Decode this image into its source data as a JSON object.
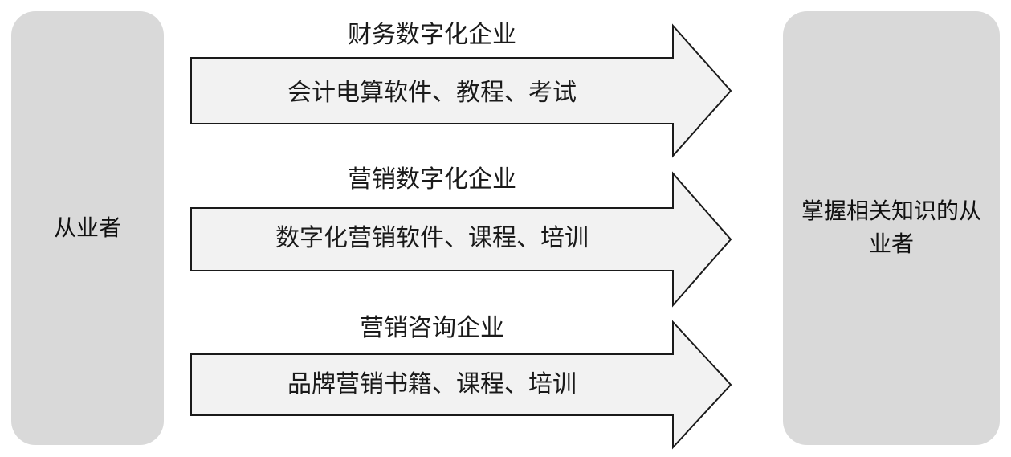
{
  "left_box": {
    "label": "从业者"
  },
  "right_box": {
    "label": "掌握相关知识的从业者"
  },
  "arrows": [
    {
      "title": "财务数字化企业",
      "content": "会计电算软件、教程、考试"
    },
    {
      "title": "营销数字化企业",
      "content": "数字化营销软件、课程、培训"
    },
    {
      "title": "营销咨询企业",
      "content": "品牌营销书籍、课程、培训"
    }
  ],
  "colors": {
    "side_box_fill": "#d9d9d9",
    "arrow_fill": "#f2f2f2",
    "stroke": "#1a1a1a"
  }
}
